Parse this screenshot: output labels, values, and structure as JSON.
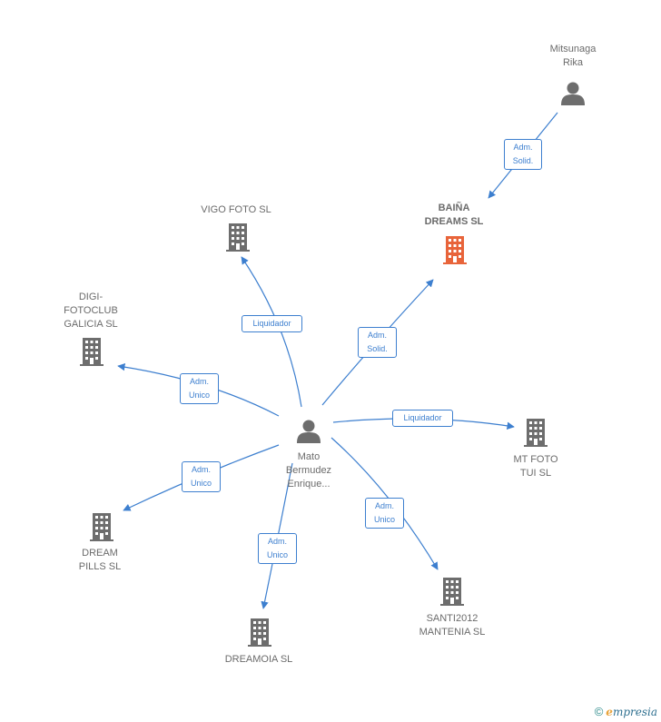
{
  "nodes": {
    "mitsunaga": {
      "label": "Mitsunaga\nRika",
      "icon": "person-icon"
    },
    "baina": {
      "label": "BAIÑA\nDREAMS  SL",
      "icon": "building-icon",
      "color": "#e8643a"
    },
    "vigo": {
      "label": "VIGO FOTO SL",
      "icon": "building-icon"
    },
    "digi": {
      "label": "DIGI-\nFOTOCLUB\nGALICIA SL",
      "icon": "building-icon"
    },
    "mato": {
      "label": "Mato\nBermudez\nEnrique...",
      "icon": "person-icon"
    },
    "mtfoto": {
      "label": "MT FOTO\nTUI  SL",
      "icon": "building-icon"
    },
    "dreampills": {
      "label": "DREAM\nPILLS SL",
      "icon": "building-icon"
    },
    "dreamoia": {
      "label": "DREAMOIA  SL",
      "icon": "building-icon"
    },
    "santi": {
      "label": "SANTI2012\nMANTENIA SL",
      "icon": "building-icon"
    }
  },
  "edges": [
    {
      "id": "mitsunaga-baina",
      "label": "Adm.\nSolid."
    },
    {
      "id": "mato-vigo",
      "label": "Liquidador"
    },
    {
      "id": "mato-baina",
      "label": "Adm.\nSolid."
    },
    {
      "id": "mato-digi",
      "label": "Adm.\nUnico"
    },
    {
      "id": "mato-mtfoto",
      "label": "Liquidador"
    },
    {
      "id": "mato-dreampills",
      "label": "Adm.\nUnico"
    },
    {
      "id": "mato-dreamoia",
      "label": "Adm.\nUnico"
    },
    {
      "id": "mato-santi",
      "label": "Adm.\nUnico"
    }
  ],
  "colors": {
    "edge": "#3d7fcf",
    "icon": "#6d6d6d",
    "focus": "#e8643a"
  },
  "footer": {
    "copyright": "©",
    "brand_initial": "e",
    "brand_rest": "mpresia"
  }
}
